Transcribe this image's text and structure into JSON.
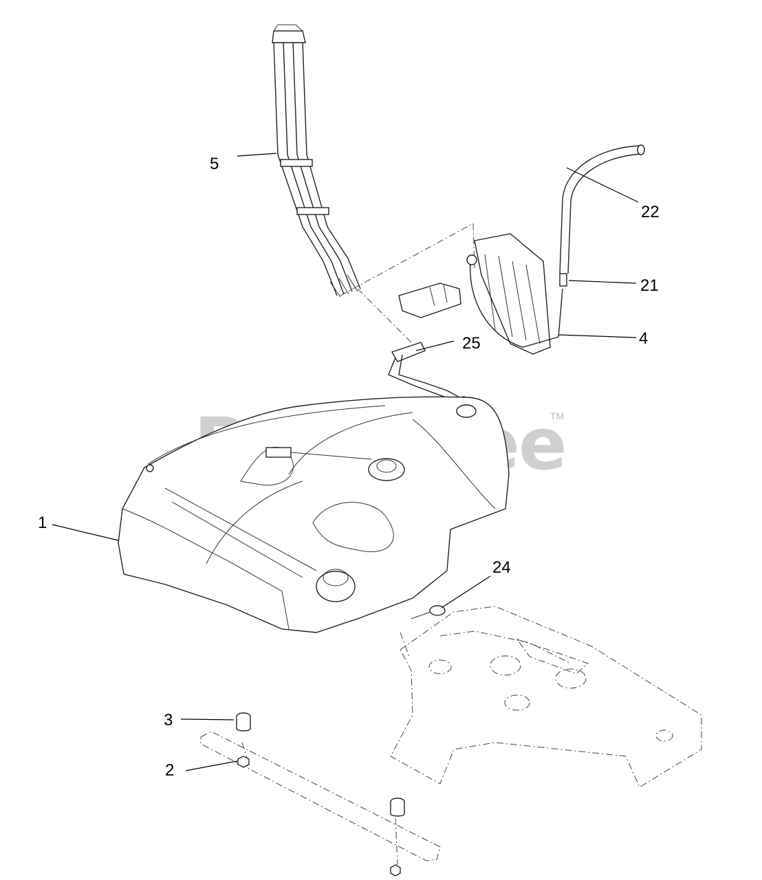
{
  "watermark": {
    "text": "PartsTree",
    "trademark": "TM"
  },
  "callouts": [
    {
      "id": "1",
      "label": "1"
    },
    {
      "id": "2",
      "label": "2"
    },
    {
      "id": "3",
      "label": "3"
    },
    {
      "id": "4",
      "label": "4"
    },
    {
      "id": "5",
      "label": "5"
    },
    {
      "id": "21",
      "label": "21"
    },
    {
      "id": "22",
      "label": "22"
    },
    {
      "id": "24",
      "label": "24"
    },
    {
      "id": "25",
      "label": "25"
    }
  ]
}
